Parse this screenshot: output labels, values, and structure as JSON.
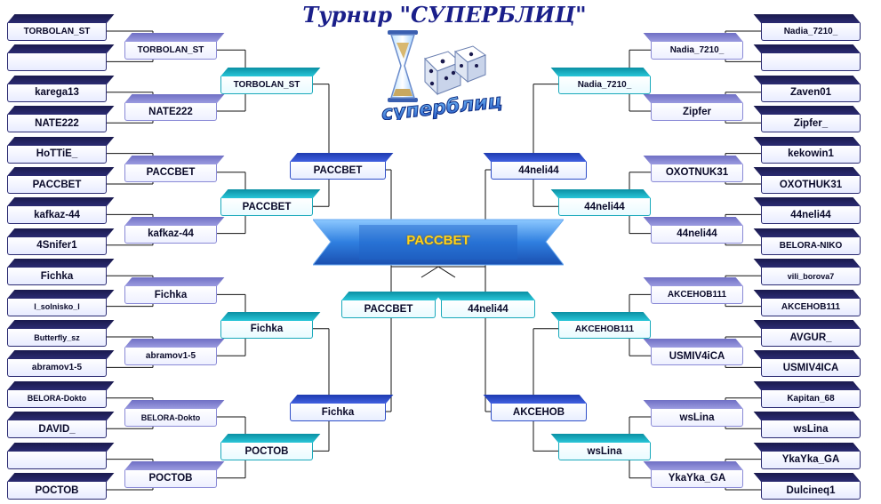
{
  "title": "Турнир \"СУПЕРБЛИЦ\"",
  "logo_text": "суперблиц",
  "champion": "PACCBET",
  "left_r1": [
    "TORBOLAN_ST",
    "",
    "karega13",
    "NATE222",
    "HoTTiE_",
    "PACCBET",
    "kafkaz-44",
    "4Snifer1",
    "Fichka",
    "l_solnisko_l",
    "Butterfly_sz",
    "abramov1-5",
    "BELORA-Dokto",
    "DAVID_",
    "",
    "POCTOB"
  ],
  "left_r2": [
    "TORBOLAN_ST",
    "NATE222",
    "PACCBET",
    "kafkaz-44",
    "Fichka",
    "abramov1-5",
    "BELORA-Dokto",
    "POCTOB"
  ],
  "left_r3": [
    "TORBOLAN_ST",
    "PACCBET",
    "Fichka",
    "POCTOB"
  ],
  "left_r4": [
    "PACCBET",
    "Fichka"
  ],
  "right_r1": [
    "Nadia_7210_",
    "",
    "Zaven01",
    "Zipfer_",
    "kekowin1",
    "OXOTHUK31",
    "44neli44",
    "BELORA-NIKO",
    "vili_borova7",
    "AKCEHOB111",
    "AVGUR_",
    "USMIV4ICA",
    "Kapitan_68",
    "wsLina",
    "YkaYka_GA",
    "Dulcineq1"
  ],
  "right_r2": [
    "Nadia_7210_",
    "Zipfer",
    "OXOTNUK31",
    "44neli44",
    "AKCEHOB111",
    "USMIV4iCA",
    "wsLina",
    "YkaYka_GA"
  ],
  "right_r3": [
    "Nadia_7210_",
    "44neli44",
    "AKCEHOB111",
    "wsLina"
  ],
  "right_r4": [
    "44neli44",
    "AKCEHOB"
  ],
  "finalists": [
    "PACCBET",
    "44neli44"
  ],
  "colors": {
    "navy": "#2b2b72",
    "lavender": "#8a8ad6",
    "teal": "#1aa9bb",
    "blue": "#2f4fc8",
    "title": "#1a1f8a",
    "champion_text": "#ffd21a",
    "champion_banner": "#2f7fe0"
  }
}
